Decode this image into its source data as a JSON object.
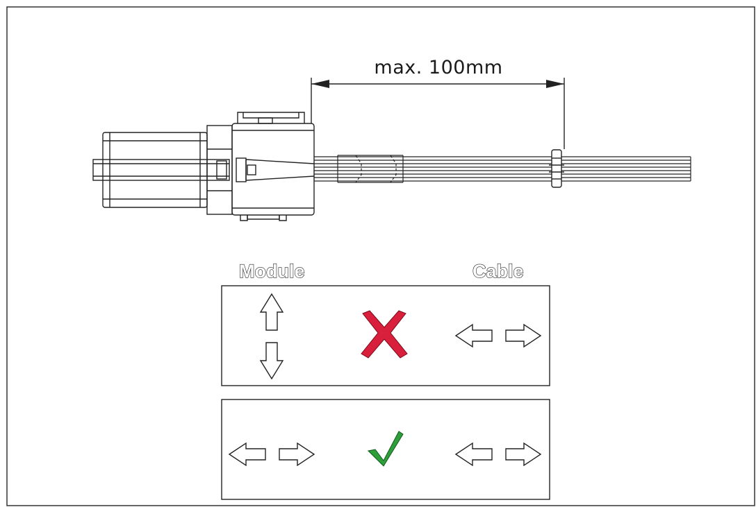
{
  "dimension": {
    "label": "max. 100mm"
  },
  "panels": {
    "module_label": "Module",
    "cable_label": "Cable",
    "wrong": {
      "module_motion": "vertical",
      "cable_motion": "horizontal",
      "status": "not-allowed",
      "status_icon": "cross-icon",
      "status_color": "#d8203c"
    },
    "correct": {
      "module_motion": "horizontal",
      "cable_motion": "horizontal",
      "status": "allowed",
      "status_icon": "check-icon",
      "status_color": "#2e9e3a"
    }
  },
  "colors": {
    "line": "#222222",
    "frame": "#333333"
  }
}
